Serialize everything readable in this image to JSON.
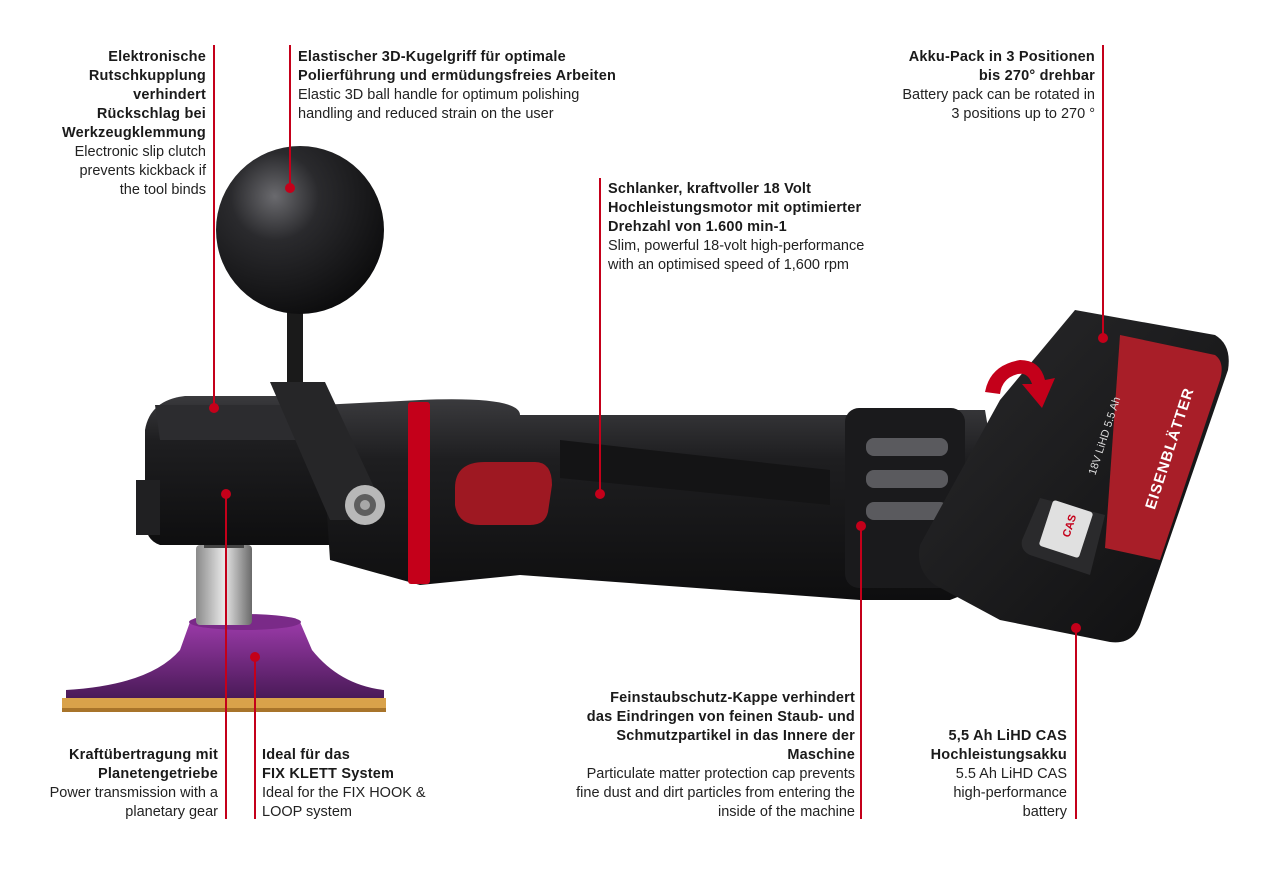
{
  "colors": {
    "accent": "#c4001a",
    "pad": "#6a2a7a",
    "body": "#1b1b1d",
    "battery_label": "#b0202a"
  },
  "callouts": {
    "clutch": {
      "de": "Elektronische\nRutschkupplung\nverhindert\nRückschlag bei\nWerkzeugklemmung",
      "en": "Electronic slip clutch\nprevents kickback if\nthe tool binds"
    },
    "handle": {
      "de": "Elastischer 3D-Kugelgriff für optimale\nPolierführung und ermüdungsfreies Arbeiten",
      "en": "Elastic 3D ball handle for optimum polishing\nhandling and reduced strain on the user"
    },
    "battery_rotate": {
      "de": "Akku-Pack in 3 Positionen\nbis 270° drehbar",
      "en": "Battery pack can be rotated in\n3 positions up to 270 °"
    },
    "motor": {
      "de": "Schlanker, kraftvoller 18 Volt\nHochleistungsmotor mit optimierter\nDrehzahl von 1.600 min-1",
      "en": "Slim, powerful 18-volt high-performance\nwith an optimised speed of 1,600 rpm"
    },
    "gear": {
      "de": "Kraftübertragung mit\nPlanetengetriebe",
      "en": "Power transmission with a\nplanetary gear"
    },
    "hookloop": {
      "de": "Ideal für das\nFIX KLETT System",
      "en": "Ideal for the FIX HOOK &\nLOOP system"
    },
    "dustcap": {
      "de": "Feinstaubschutz-Kappe verhindert\ndas Eindringen von feinen Staub- und\nSchmutzpartikel in das Innere der\nMaschine",
      "en": "Particulate matter protection cap prevents\nfine dust and dirt particles from entering the\ninside of the machine"
    },
    "battery": {
      "de": "5,5 Ah LiHD CAS\nHochleistungsakku",
      "en": "5.5 Ah LiHD CAS\nhigh-performance\nbattery"
    }
  },
  "battery_label": {
    "brand": "EISENBLÄTTER",
    "spec": "18V LiHD 5.5 Ah",
    "cas": "CAS"
  },
  "icons": [
    "rotate-arrow-icon",
    "brand-logo-icon"
  ]
}
